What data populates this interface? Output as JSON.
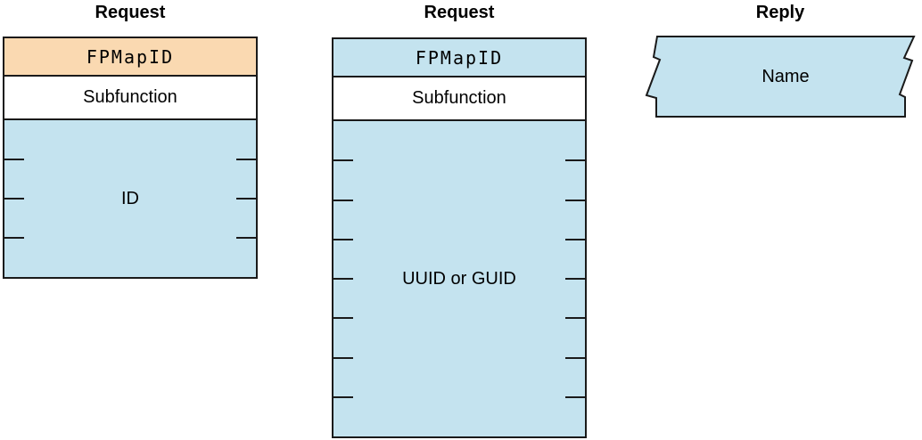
{
  "colors": {
    "background": "#ffffff",
    "border": "#1a1a1a",
    "orange_fill": "#fad9b1",
    "blue_fill": "#c4e3ef",
    "white_fill": "#ffffff",
    "text": "#000000"
  },
  "columns": [
    {
      "title": "Request",
      "shape": "fixed-length-table",
      "fields": [
        {
          "label": "FPMapID",
          "fill": "#fad9b1",
          "font": "mono"
        },
        {
          "label": "Subfunction",
          "fill": "#ffffff"
        },
        {
          "label": "ID",
          "fill": "#c4e3ef",
          "tick_count": 3
        }
      ]
    },
    {
      "title": "Request",
      "shape": "fixed-length-table",
      "fields": [
        {
          "label": "FPMapID",
          "fill": "#c4e3ef",
          "font": "mono"
        },
        {
          "label": "Subfunction",
          "fill": "#ffffff"
        },
        {
          "label": "UUID or GUID",
          "fill": "#c4e3ef",
          "tick_count": 7
        }
      ]
    },
    {
      "title": "Reply",
      "shape": "variable-length-ribbon",
      "fields": [
        {
          "label": "Name",
          "fill": "#c4e3ef"
        }
      ]
    }
  ]
}
